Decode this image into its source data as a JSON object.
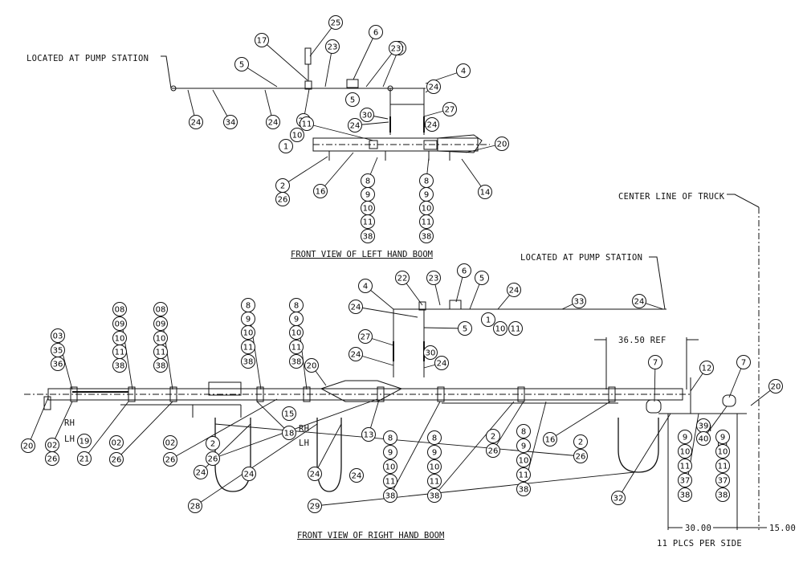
{
  "labels": {
    "pump_top": "LOCATED AT PUMP STATION",
    "pump_right": "LOCATED AT PUMP STATION",
    "title_left": "FRONT VIEW OF LEFT HAND BOOM",
    "title_right": "FRONT VIEW OF RIGHT HAND BOOM",
    "center_line": "CENTER LINE OF TRUCK",
    "ref_dim": "36.50 REF",
    "dim_30": "30.00",
    "dim_15": "15.00",
    "plcs": "11 PLCS PER SIDE",
    "rh1": "RH",
    "lh1": "LH",
    "rh2": "RH",
    "lh2": "LH",
    "rh3": "RH",
    "lh3": "LH"
  },
  "balloons": [
    "25",
    "17",
    "6",
    "23",
    "5",
    "22",
    "23",
    "4",
    "24",
    "5",
    "24",
    "34",
    "24",
    "22",
    "24",
    "27",
    "30",
    "11",
    "10",
    "1",
    "24",
    "20",
    "2",
    "26",
    "16",
    "14",
    "8",
    "9",
    "10",
    "11",
    "38",
    "8",
    "9",
    "10",
    "11",
    "38",
    "6",
    "22",
    "23",
    "4",
    "5",
    "24",
    "24",
    "5",
    "1",
    "10",
    "11",
    "33",
    "24",
    "27",
    "30",
    "24",
    "24",
    "7",
    "12",
    "7",
    "20",
    "03",
    "35",
    "36",
    "08",
    "09",
    "10",
    "11",
    "38",
    "08",
    "09",
    "10",
    "11",
    "38",
    "8",
    "9",
    "10",
    "11",
    "38",
    "8",
    "9",
    "10",
    "11",
    "38",
    "20",
    "20",
    "02",
    "26",
    "19",
    "21",
    "02",
    "26",
    "02",
    "26",
    "15",
    "18",
    "2",
    "26",
    "13",
    "8",
    "9",
    "10",
    "11",
    "38",
    "8",
    "9",
    "10",
    "11",
    "38",
    "2",
    "26",
    "8",
    "9",
    "10",
    "11",
    "38",
    "16",
    "2",
    "26",
    "24",
    "24",
    "28",
    "24",
    "24",
    "29",
    "32",
    "9",
    "10",
    "11",
    "37",
    "38",
    "39",
    "40",
    "9",
    "10",
    "11",
    "37",
    "38"
  ]
}
